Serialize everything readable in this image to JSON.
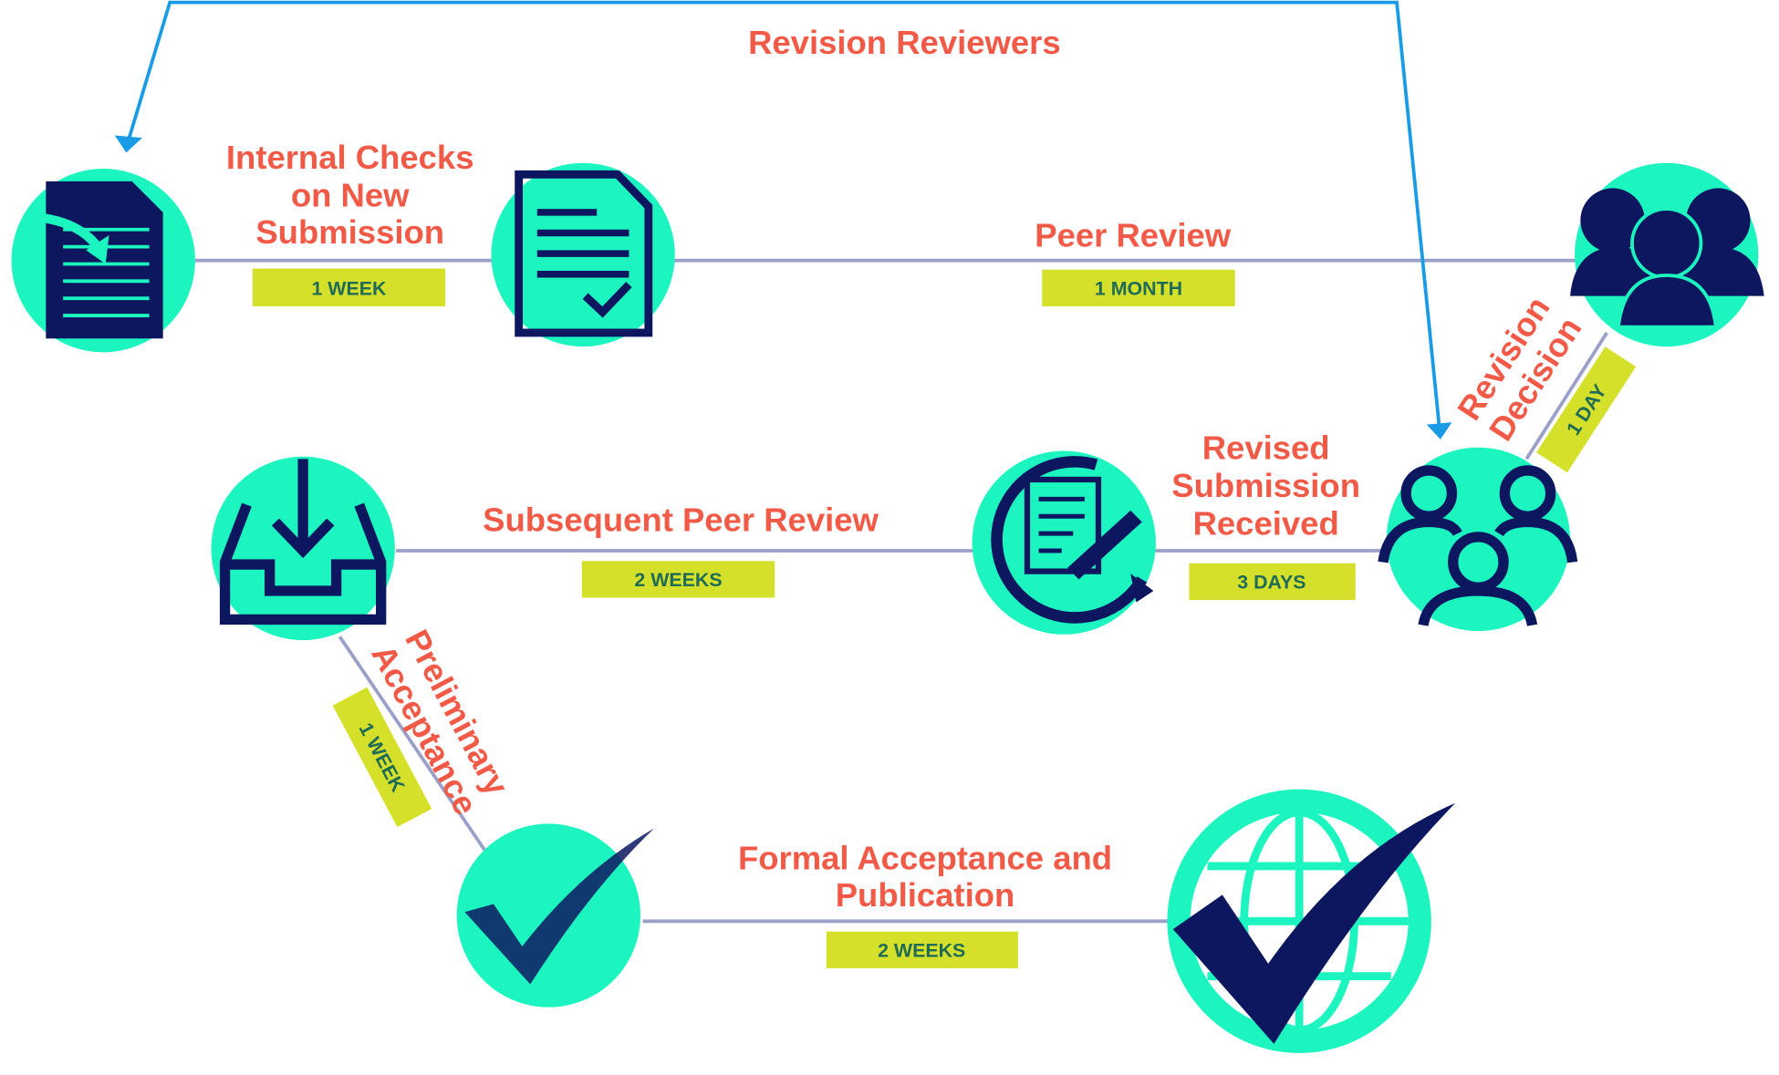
{
  "title": "Revision Reviewers",
  "steps": {
    "internal_checks": {
      "lines": [
        "Internal Checks",
        "on New",
        "Submission"
      ],
      "duration": "1 WEEK"
    },
    "peer_review": {
      "label": "Peer Review",
      "duration": "1 MONTH"
    },
    "revision_decision": {
      "lines": [
        "Revision",
        "Decision"
      ],
      "duration": "1 DAY"
    },
    "revised_submission": {
      "lines": [
        "Revised",
        "Submission",
        "Received"
      ],
      "duration": "3 DAYS"
    },
    "subsequent_review": {
      "label": "Subsequent Peer Review",
      "duration": "2 WEEKS"
    },
    "preliminary_acceptance": {
      "lines": [
        "Preliminary",
        "Acceptance"
      ],
      "duration": "1 WEEK"
    },
    "formal_acceptance": {
      "lines": [
        "Formal Acceptance and",
        "Publication"
      ],
      "duration": "2 WEEKS"
    }
  },
  "colors": {
    "label": "#f05a47",
    "node": "#1cf5c0",
    "icon": "#0d1760",
    "badge": "#d4e02a",
    "arrow": "#1a9be6"
  }
}
